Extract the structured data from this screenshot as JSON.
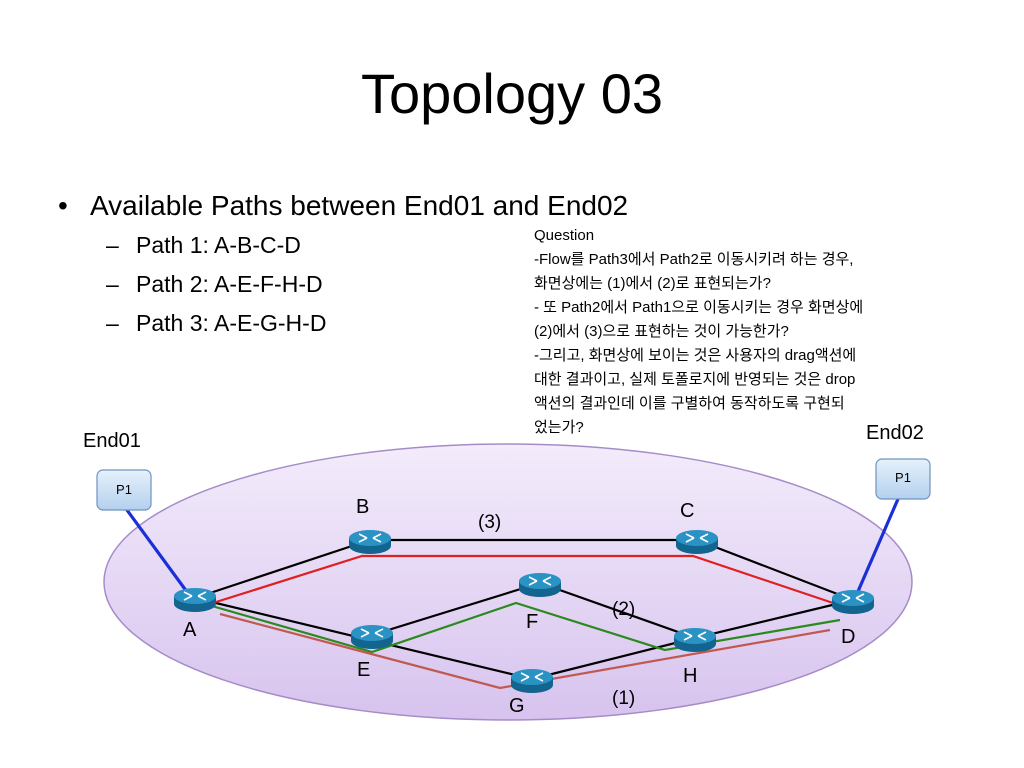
{
  "slide": {
    "title": "Topology 03",
    "bullet": "Available Paths between End01 and End02",
    "bullet_mark": "•",
    "sub_mark": "–",
    "paths": [
      "Path 1: A-B-C-D",
      "Path 2: A-E-F-H-D",
      "Path 3: A-E-G-H-D"
    ]
  },
  "question": {
    "lines": [
      "Question",
      "-Flow를 Path3에서 Path2로 이동시키려 하는 경우,",
      "화면상에는 (1)에서 (2)로 표현되는가?",
      "- 또 Path2에서 Path1으로 이동시키는 경우 화면상에",
      "(2)에서 (3)으로 표현하는 것이 가능한가?",
      "-그리고, 화면상에 보이는 것은 사용자의 drag액션에",
      "대한 결과이고, 실제 토폴로지에 반영되는 것은 drop",
      "액션의 결과인데 이를 구별하여 동작하도록 구현되",
      "었는가?"
    ]
  },
  "diagram": {
    "end01_label": "End01",
    "end02_label": "End02",
    "port_left": "P1",
    "port_right": "P1",
    "nodes": {
      "A": "A",
      "B": "B",
      "C": "C",
      "D": "D",
      "E": "E",
      "F": "F",
      "G": "G",
      "H": "H"
    },
    "path_labels": {
      "p3": "(3)",
      "p2": "(2)",
      "p1": "(1)"
    },
    "colors": {
      "ellipse_fill": "#dcc8f0",
      "ellipse_stroke": "#a58cc8",
      "router": "#2a93c4",
      "link": "#000000",
      "path_red": "#e02020",
      "path_green": "#2a8a1e",
      "path_brown": "#c05a50",
      "port_link": "#1b2fd6"
    }
  }
}
